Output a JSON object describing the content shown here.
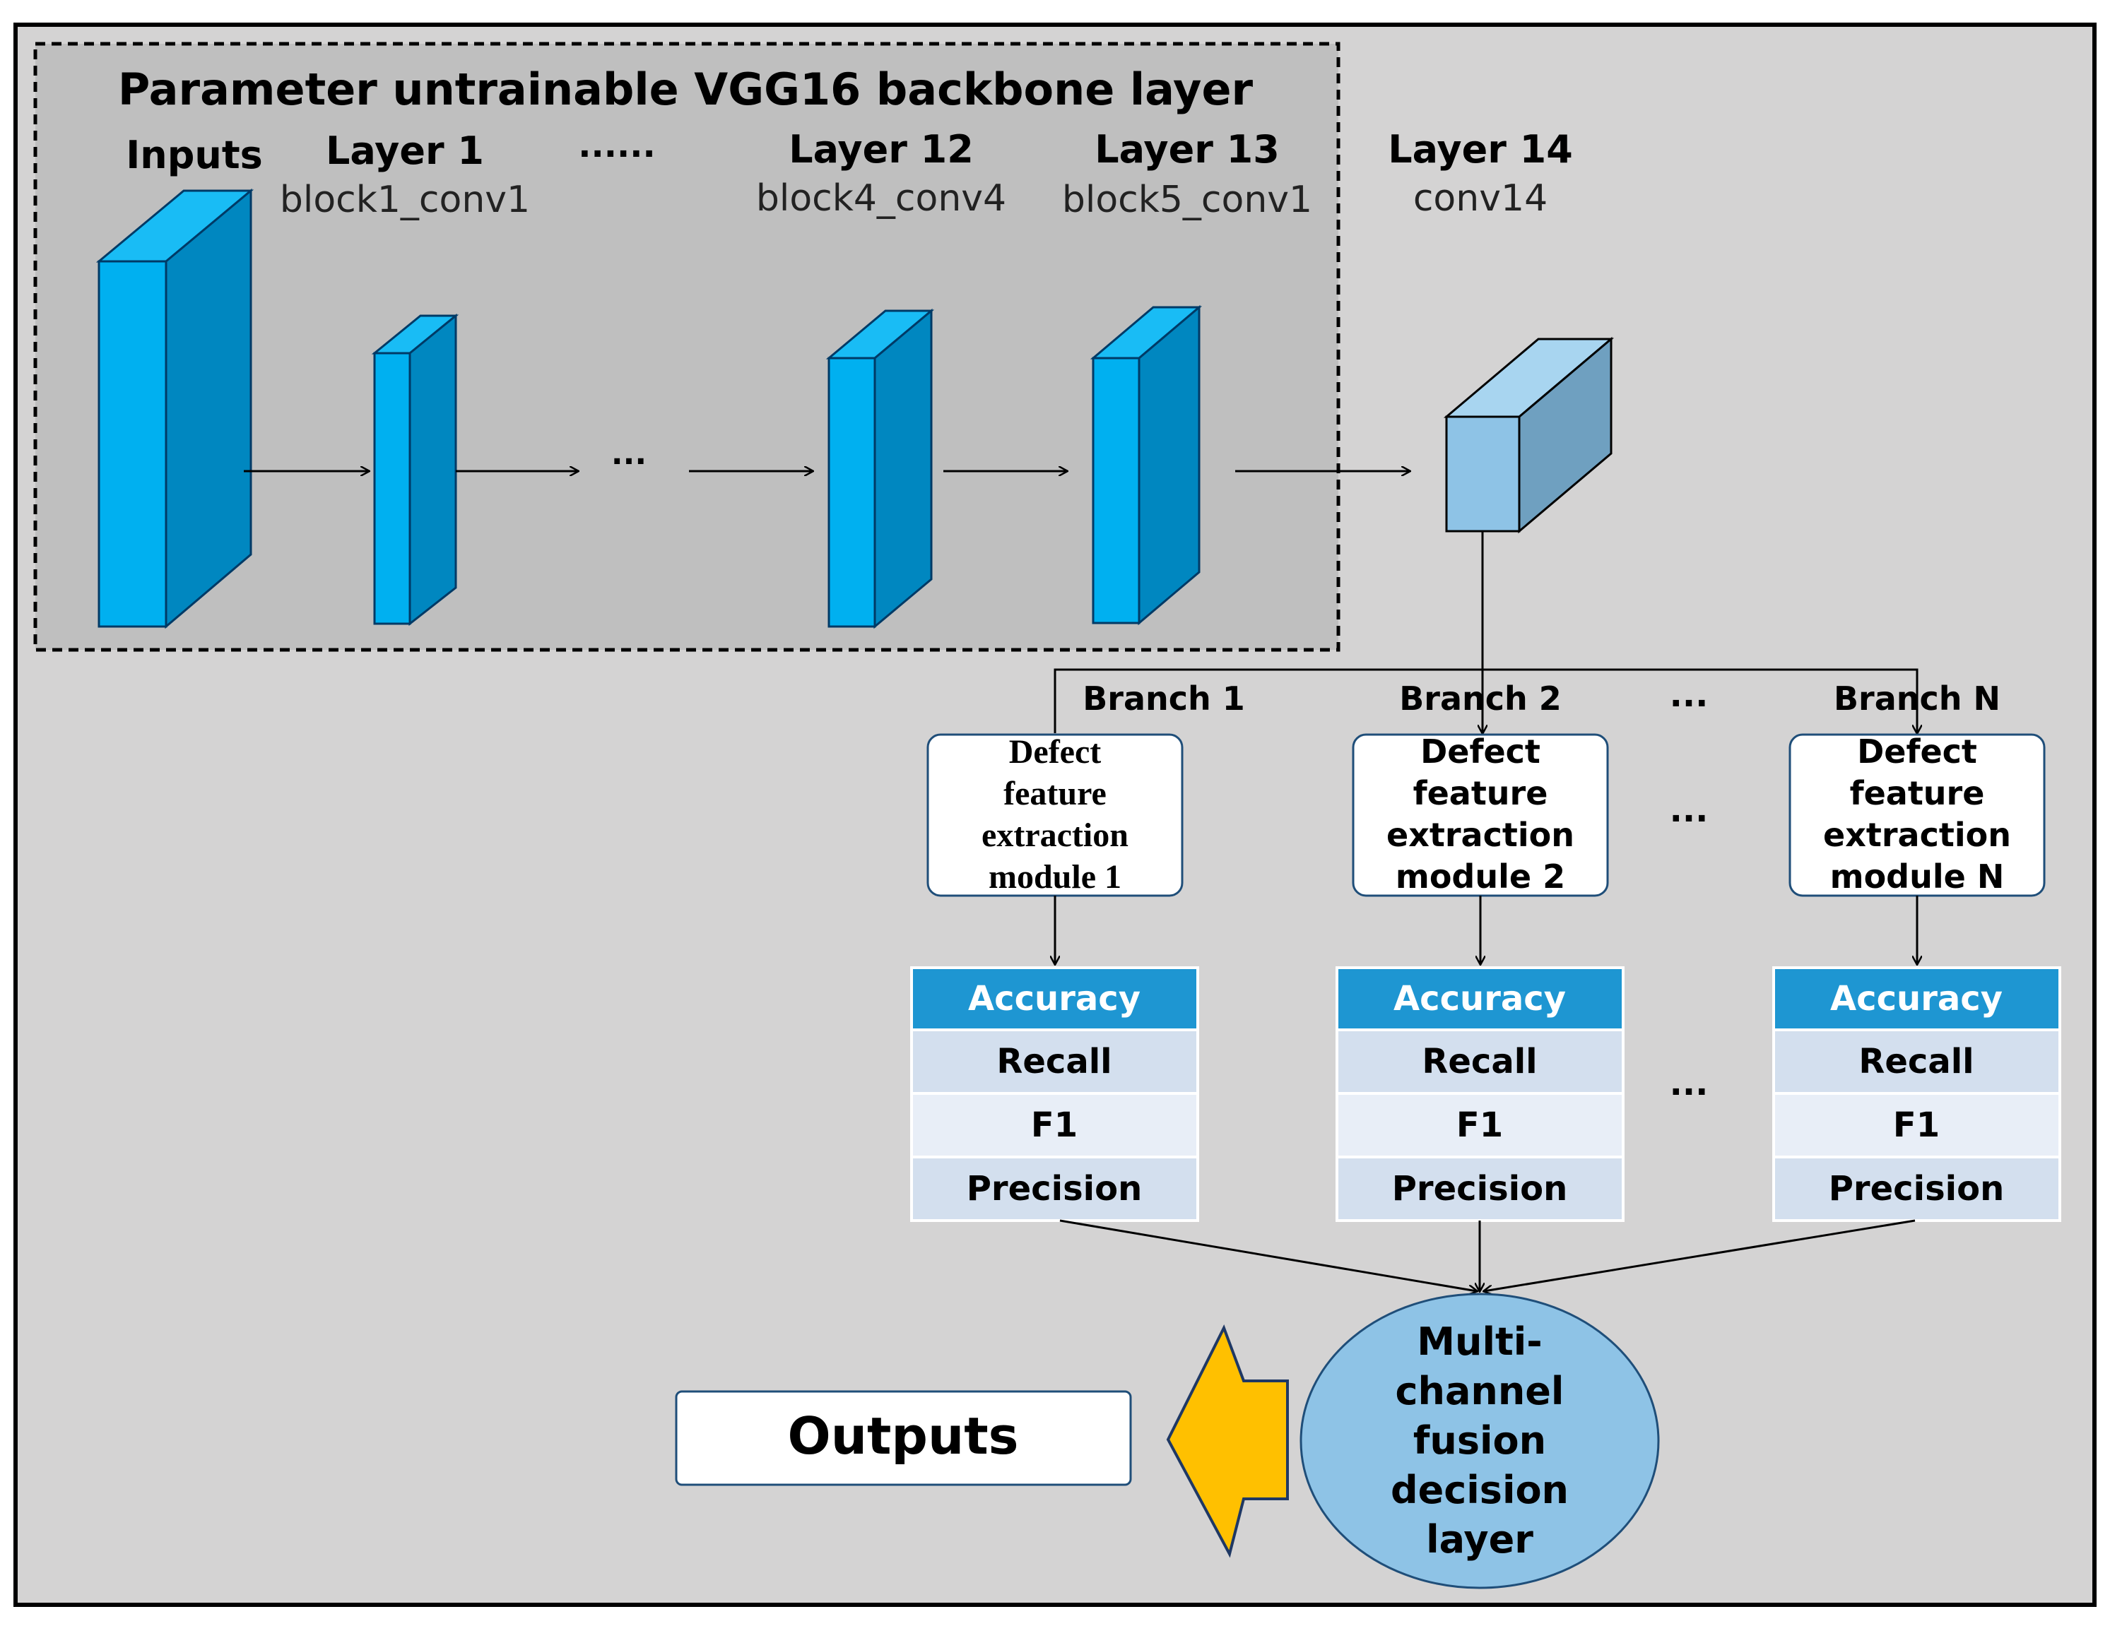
{
  "backbone": {
    "title": "Parameter untrainable VGG16 backbone layer",
    "inputs_label": "Inputs",
    "ellipsis_top": "......",
    "ellipsis_mid": "···",
    "layers": [
      {
        "name": "Layer 1",
        "sub": "block1_conv1"
      },
      {
        "name": "Layer 12",
        "sub": "block4_conv4"
      },
      {
        "name": "Layer 13",
        "sub": "block5_conv1"
      }
    ]
  },
  "layer14": {
    "name": "Layer 14",
    "sub": "conv14"
  },
  "branches": [
    {
      "label": "Branch 1",
      "module": [
        "Defect",
        "feature",
        "extraction",
        "module 1"
      ]
    },
    {
      "label": "Branch 2",
      "module": [
        "Defect",
        "feature",
        "extraction",
        "module 2"
      ]
    },
    {
      "label": "Branch N",
      "module": [
        "Defect",
        "feature",
        "extraction",
        "module N"
      ]
    }
  ],
  "branch_ellipsis": "...",
  "metrics": [
    "Accuracy",
    "Recall",
    "F1",
    "Precision"
  ],
  "fusion": [
    "Multi-",
    "channel",
    "fusion",
    "decision",
    "layer"
  ],
  "outputs": "Outputs",
  "colors": {
    "background": "#d4d3d3",
    "backbone_fill": "#bfbfbf",
    "cube_front": "#00b0f0",
    "cube_side": "#0087c0",
    "cube_top": "#19bcf5",
    "layer14_front": "#8ec3e6",
    "layer14_side": "#6fa0c0",
    "layer14_top": "#a8d5f0",
    "metric_header": "#1e96d2",
    "metric_row_a": "#d3dfee",
    "metric_row_b": "#e8eef7",
    "fusion_fill": "#8ec3e6",
    "arrow_yellow": "#ffc000"
  }
}
